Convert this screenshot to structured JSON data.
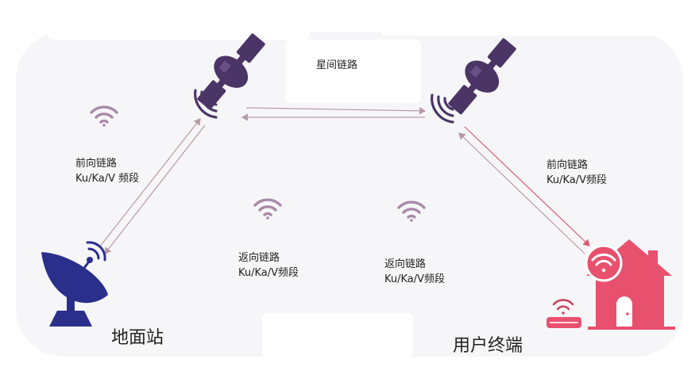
{
  "diagram": {
    "inter_satellite_link": "星间链路",
    "left_forward": {
      "line1": "前向链路",
      "line2": "Ku/Ka/V 频段"
    },
    "right_forward": {
      "line1": "前向链路",
      "line2": "Ku/Ka/V频段"
    },
    "return_left": {
      "line1": "返向链路",
      "line2": "Ku/Ka/V频段"
    },
    "return_right": {
      "line1": "返向链路",
      "line2": "Ku/Ka/V频段"
    },
    "ground_station": "地面站",
    "user_terminal": "用户终端"
  },
  "colors": {
    "satellite": "#4a3566",
    "dish": "#2b2f8c",
    "wifi": "#a88aa8",
    "house": "#e8516e",
    "link": "#b99aa4"
  },
  "icons": [
    "satellite-icon",
    "wifi-icon",
    "ground-dish-icon",
    "house-icon",
    "router-icon"
  ]
}
